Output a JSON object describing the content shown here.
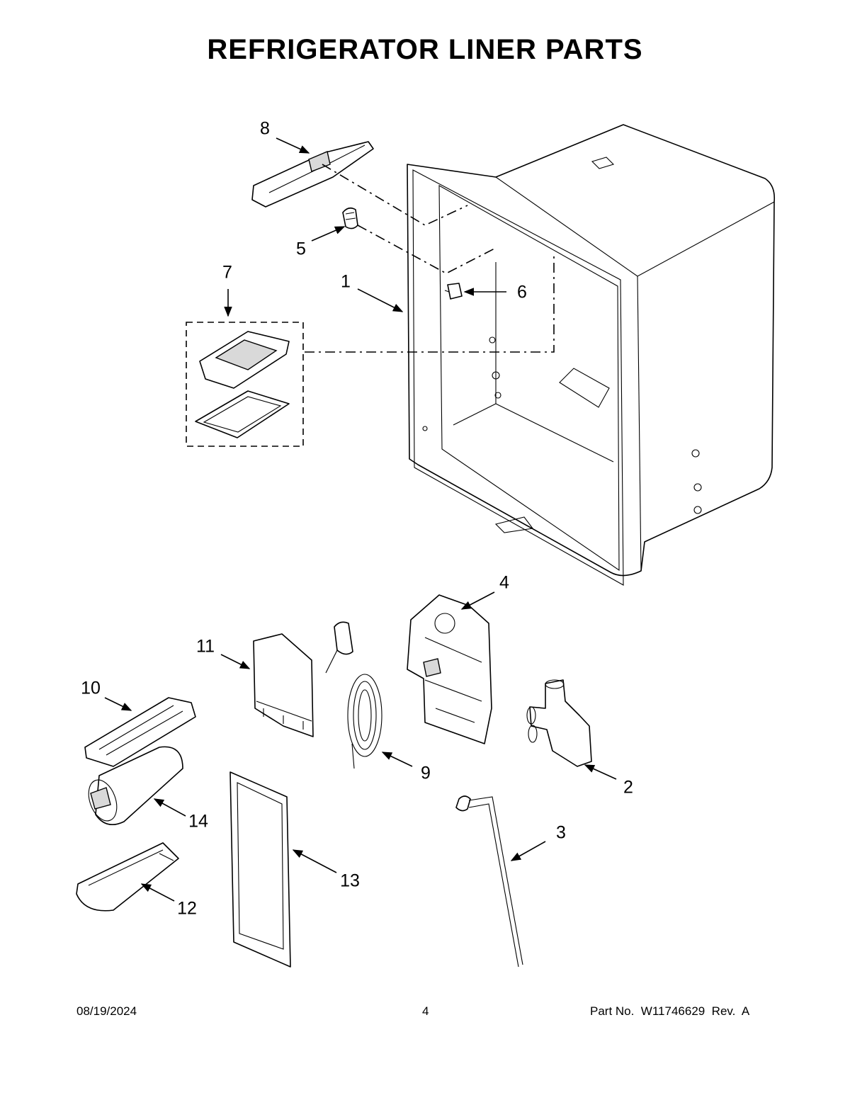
{
  "title": "REFRIGERATOR LINER PARTS",
  "callouts": [
    {
      "id": "1",
      "text": "1"
    },
    {
      "id": "2",
      "text": "2"
    },
    {
      "id": "3",
      "text": "3"
    },
    {
      "id": "4",
      "text": "4"
    },
    {
      "id": "5",
      "text": "5"
    },
    {
      "id": "6",
      "text": "6"
    },
    {
      "id": "7",
      "text": "7"
    },
    {
      "id": "8",
      "text": "8"
    },
    {
      "id": "9",
      "text": "9"
    },
    {
      "id": "10",
      "text": "10"
    },
    {
      "id": "11",
      "text": "11"
    },
    {
      "id": "12",
      "text": "12"
    },
    {
      "id": "13",
      "text": "13"
    },
    {
      "id": "14",
      "text": "14"
    }
  ],
  "footer": {
    "date": "08/19/2024",
    "page": "4",
    "part_number": "Part No.  W11746629  Rev.  A"
  }
}
